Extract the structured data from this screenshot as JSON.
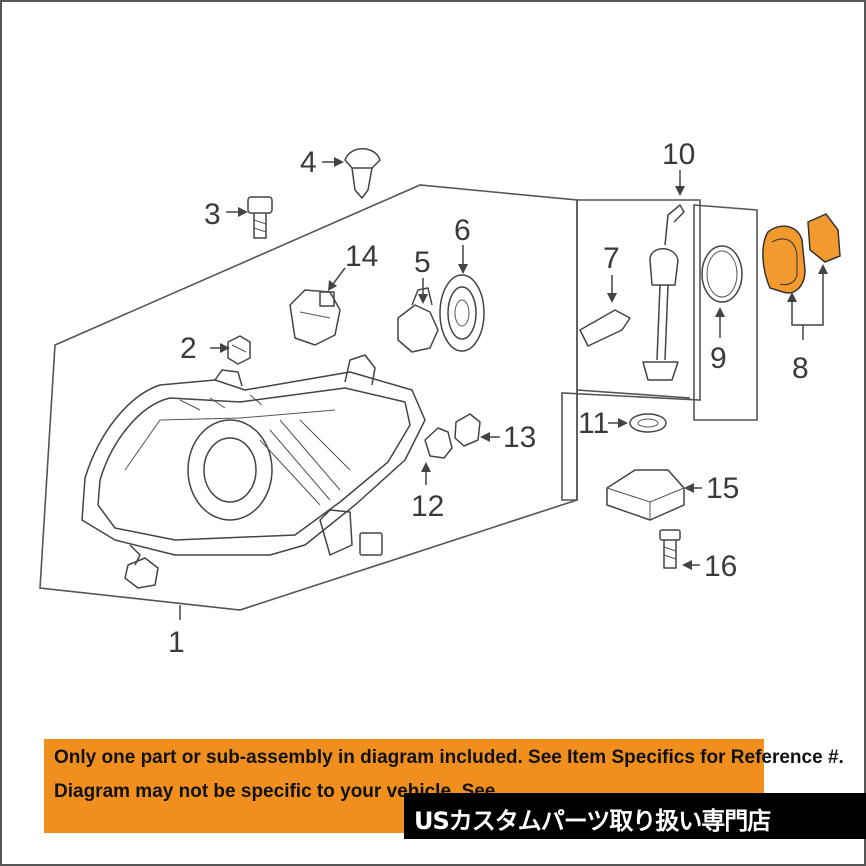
{
  "callouts": {
    "c1": "1",
    "c2": "2",
    "c3": "3",
    "c4": "4",
    "c5": "5",
    "c6": "6",
    "c7": "7",
    "c8": "8",
    "c9": "9",
    "c10": "10",
    "c11": "11",
    "c12": "12",
    "c13": "13",
    "c14": "14",
    "c15": "15",
    "c16": "16"
  },
  "disclaimer": {
    "line1": "Only one part or sub-assembly in diagram included. See Item Specifics for Reference #.",
    "line2": "Diagram may not be specific to your vehicle. See"
  },
  "shop_banner": "USカスタムパーツ取り扱い専門店",
  "colors": {
    "highlight_part": "#f29a2e",
    "disclaimer_bg": "#f08f1e",
    "banner_bg": "#000000",
    "line_art": "#444444"
  }
}
